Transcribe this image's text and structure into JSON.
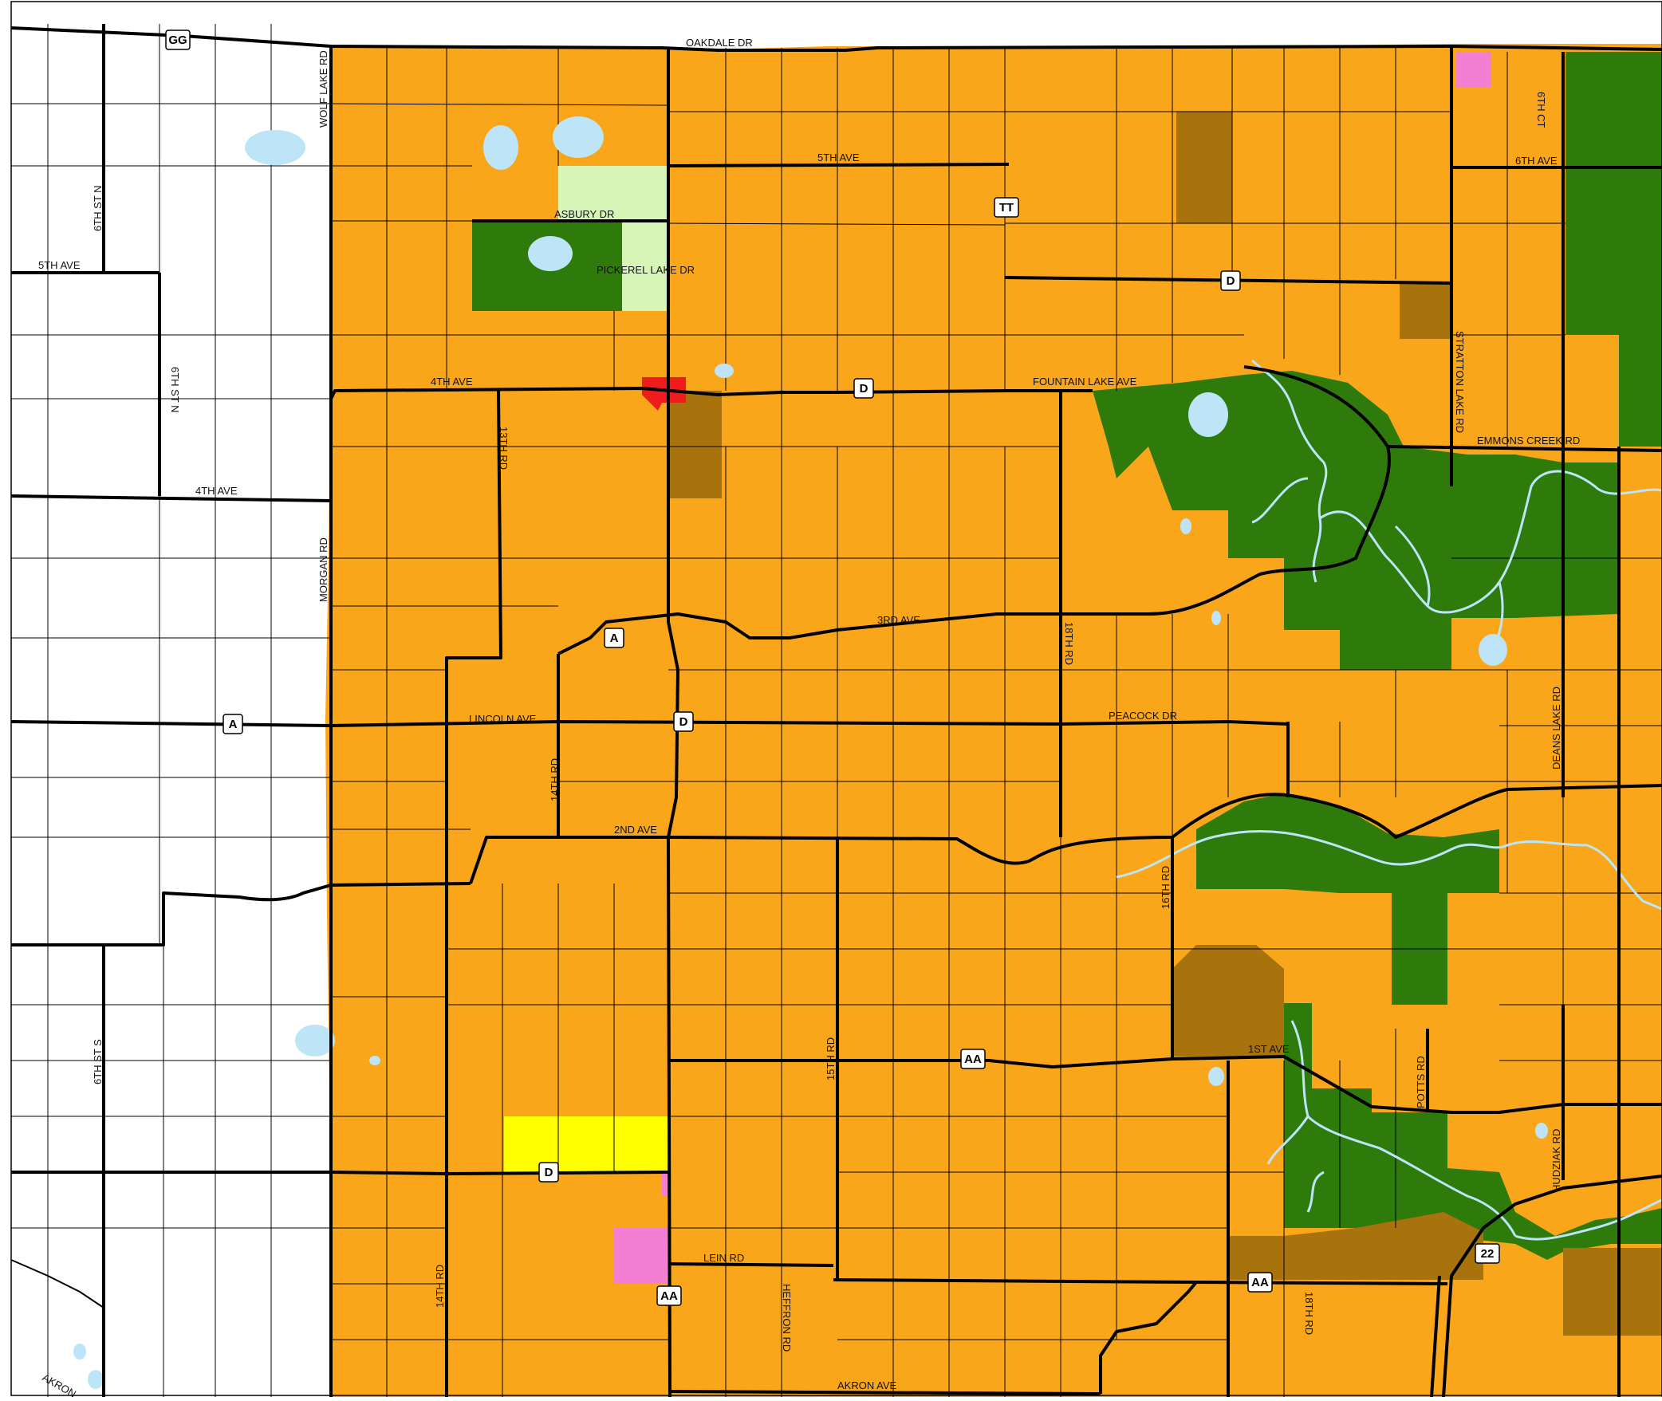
{
  "colors": {
    "background": "#ffffff",
    "agricultural": "#FAA61A",
    "conservation": "#2E7A0A",
    "open_space": "#D8F5B8",
    "extraction": "#A8730C",
    "commercial": "#EE1C1C",
    "institutional": "#F37FD3",
    "residential": "#FFFF00",
    "water": "#BDE4F7",
    "road": "#000000"
  },
  "road_labels": {
    "oakdale_dr": "OAKDALE DR",
    "wolf_lake_rd": "WOLF LAKE RD",
    "fifth_ave_east": "5TH AVE",
    "fifth_ave_west": "5TH AVE",
    "sixth_ave": "6TH AVE",
    "sixth_ct": "6TH CT",
    "sixth_st_n_top": "6TH ST N",
    "sixth_st_n_mid": "6TH ST N",
    "sixth_st_s": "6TH ST S",
    "asbury_dr": "ASBURY DR",
    "pickerel_lake_dr": "PICKEREL LAKE DR",
    "fourth_ave_east": "4TH AVE",
    "fourth_ave_west": "4TH AVE",
    "fountain_lake_ave": "FOUNTAIN LAKE AVE",
    "stratton_lake_rd": "STRATTON LAKE RD",
    "emmons_creek_rd": "EMMONS CREEK RD",
    "thirteenth_rd": "13TH RD",
    "morgan_rd": "MORGAN RD",
    "third_ave": "3RD AVE",
    "eighteenth_rd_north": "18TH RD",
    "peacock_dr": "PEACOCK DR",
    "deans_lake_rd": "DEANS LAKE RD",
    "lincoln_ave": "LINCOLN AVE",
    "fourteenth_rd_north": "14TH RD",
    "second_ave": "2ND AVE",
    "sixteenth_rd": "16TH RD",
    "fifteenth_rd": "15TH RD",
    "first_ave": "1ST AVE",
    "potts_rd": "POTTS RD",
    "hudziak_rd": "HUDZIAK RD",
    "lein_rd": "LEIN RD",
    "fourteenth_rd_south": "14TH RD",
    "heffron_rd": "HEFFRON RD",
    "akron_ave": "AKRON AVE",
    "eighteenth_rd_south": "18TH RD",
    "akron_sw": "AKRON"
  },
  "shields": {
    "gg": "GG",
    "tt": "TT",
    "d_north": "D",
    "d_mid": "D",
    "d_center": "D",
    "d_south": "D",
    "a_west": "A",
    "a_mid": "A",
    "aa_mid": "AA",
    "aa_south": "AA",
    "aa_east": "AA",
    "hwy_22": "22"
  }
}
